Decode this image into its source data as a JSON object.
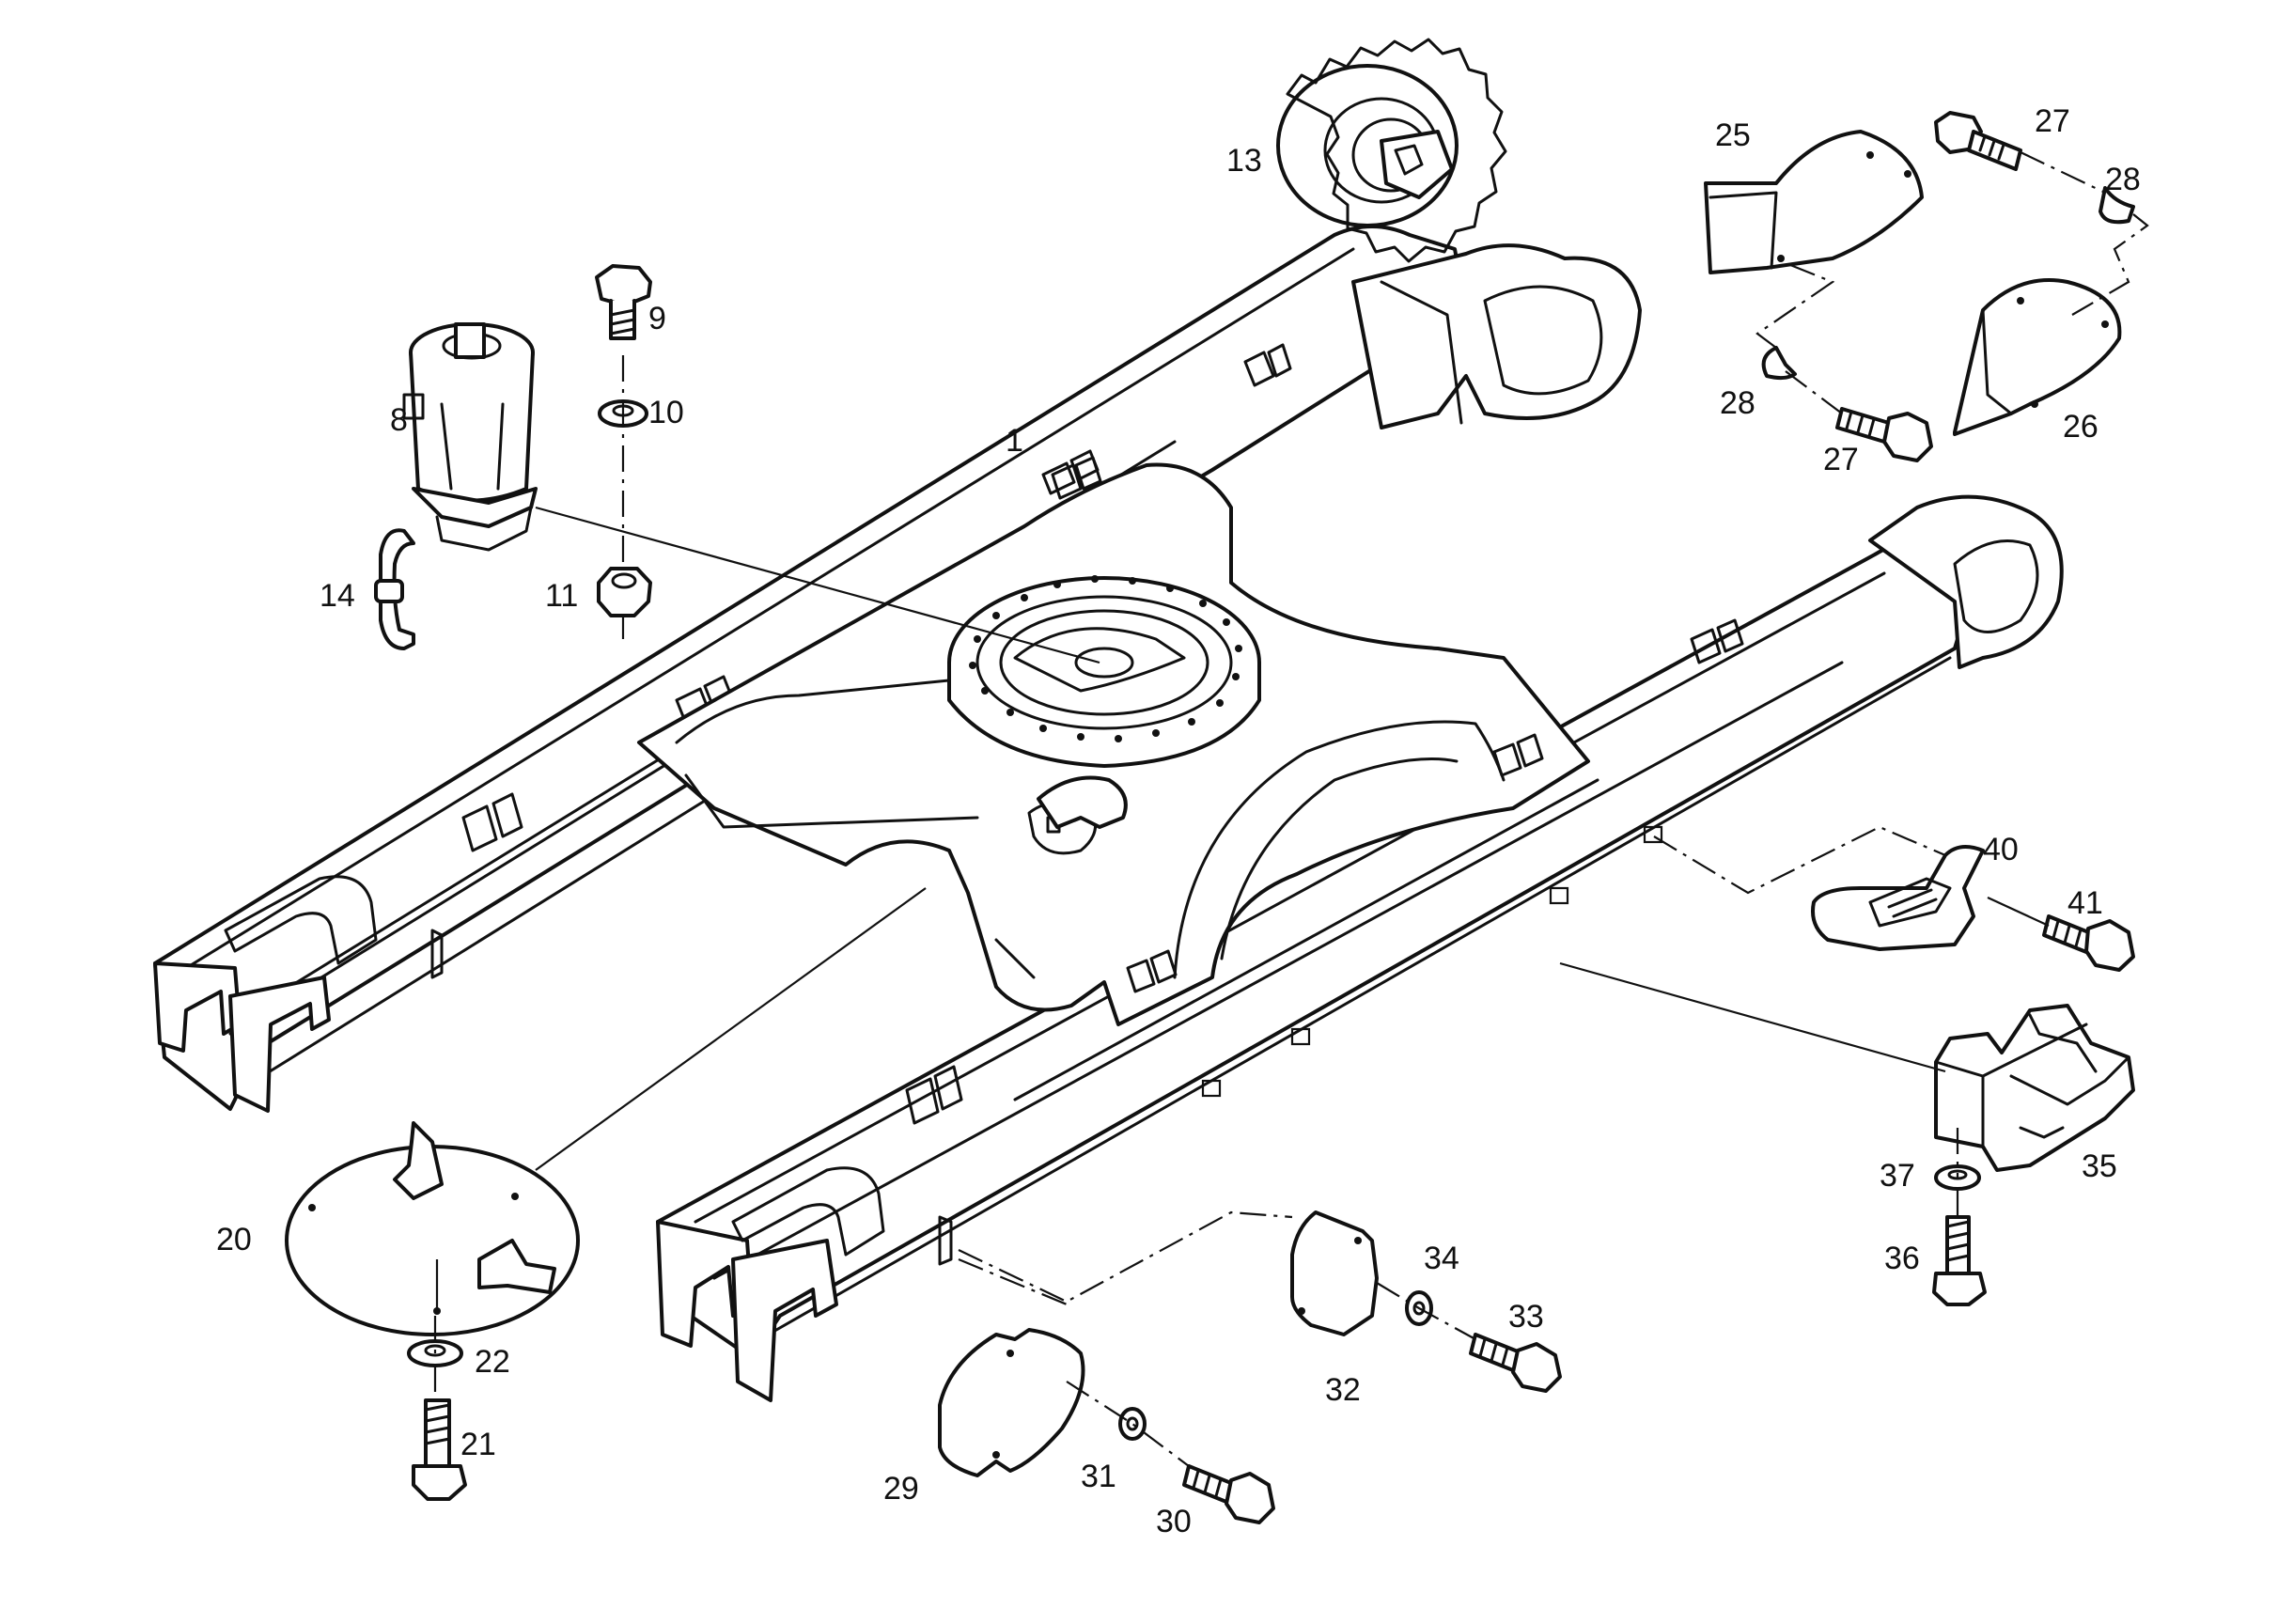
{
  "diagram": {
    "colors": {
      "ink": "#111111",
      "paper": "#ffffff"
    },
    "callouts": {
      "c1": "1",
      "c8": "8",
      "c9": "9",
      "c10": "10",
      "c11": "11",
      "c13": "13",
      "c14": "14",
      "c20": "20",
      "c21": "21",
      "c22": "22",
      "c25": "25",
      "c26": "26",
      "c27a": "27",
      "c27b": "27",
      "c28a": "28",
      "c28b": "28",
      "c29": "29",
      "c30": "30",
      "c31": "31",
      "c32": "32",
      "c33": "33",
      "c34": "34",
      "c35": "35",
      "c36": "36",
      "c37": "37",
      "c40": "40",
      "c41": "41"
    }
  }
}
